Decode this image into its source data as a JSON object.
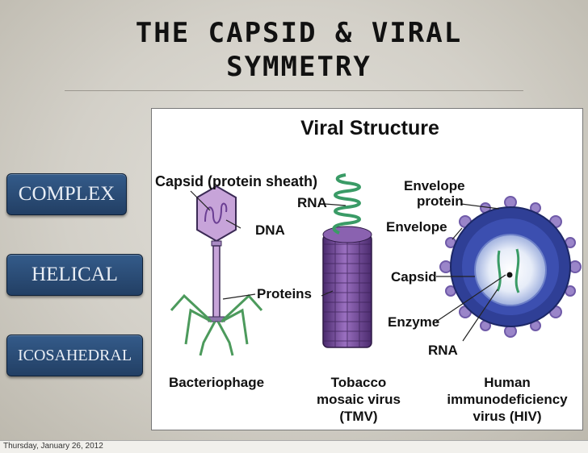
{
  "slide": {
    "title_line1": "THE CAPSID & VIRAL",
    "title_line2": "SYMMETRY",
    "tags": [
      "COMPLEX",
      "HELICAL",
      "ICOSAHEDRAL"
    ]
  },
  "figure": {
    "heading": "Viral Structure",
    "labels": {
      "capsid": "Capsid (protein sheath)",
      "dna": "DNA",
      "rna_top": "RNA",
      "proteins": "Proteins",
      "envelope_protein_1": "Envelope",
      "envelope_protein_2": "protein",
      "envelope": "Envelope",
      "capsid_hiv": "Capsid",
      "enzyme": "Enzyme",
      "rna_hiv": "RNA"
    },
    "captions": {
      "bacteriophage": "Bacteriophage",
      "tmv_1": "Tobacco",
      "tmv_2": "mosaic virus",
      "tmv_3": "(TMV)",
      "hiv_1": "Human",
      "hiv_2": "immunodeficiency",
      "hiv_3": "virus (HIV)"
    },
    "colors": {
      "phage": "#c7a4d9",
      "phage_legs": "#4c9a5c",
      "tmv": "#6b3f93",
      "rna_helix": "#3a9b66",
      "hiv_envelope": "#2f3f96",
      "hiv_spikes": "#9a85c9"
    }
  },
  "footer": {
    "date": "Thursday, January 26, 2012"
  }
}
